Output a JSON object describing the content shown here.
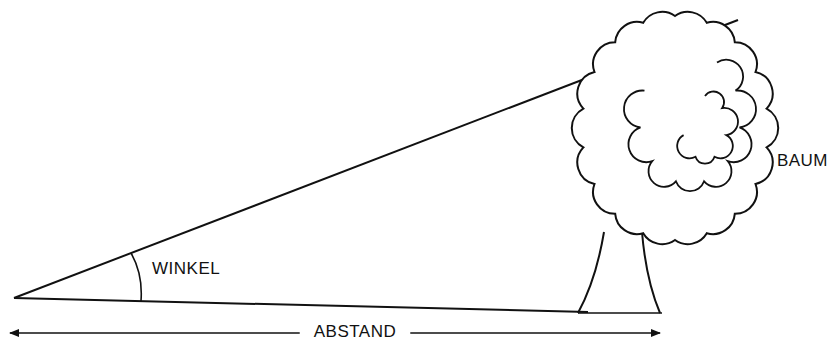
{
  "diagram": {
    "labels": [
      "WINKEL",
      "ABSTAND",
      "BAUM"
    ]
  }
}
